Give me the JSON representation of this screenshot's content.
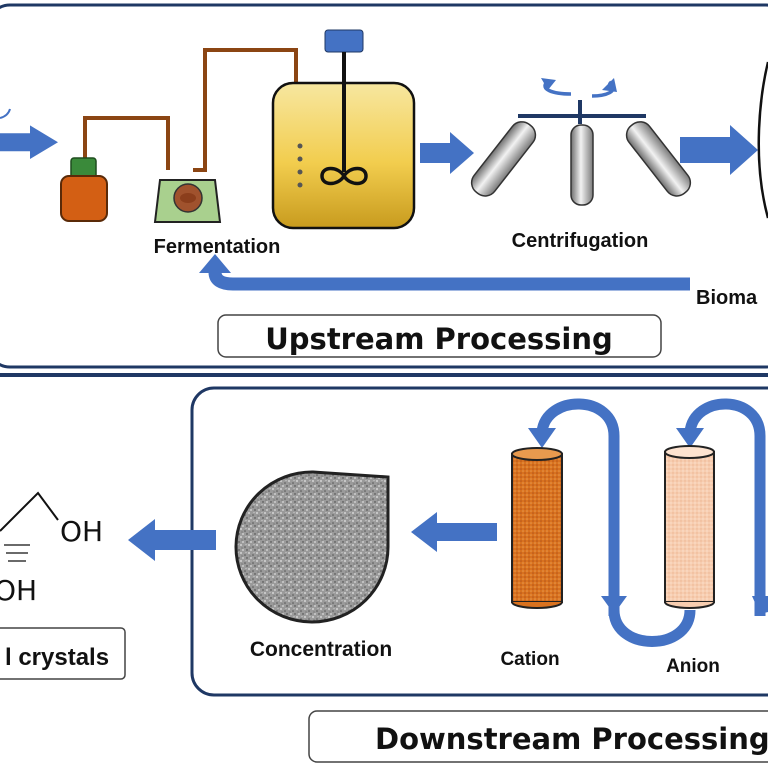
{
  "upstream": {
    "title": "Upstream Processing",
    "labels": {
      "fermentation": "Fermentation",
      "centrifugation": "Centrifugation",
      "biomass": "Bioma"
    }
  },
  "downstream": {
    "title": "Downstream Processing",
    "labels": {
      "concentration": "Concentration",
      "cation": "Cation",
      "anion": "Anion",
      "crystals": "l crystals"
    },
    "molecule": {
      "oh_top": "OH",
      "oh_bottom": "OH"
    }
  },
  "colors": {
    "arrow": "#4472c4",
    "frame": "#1f3864",
    "bottle": "#d35f14",
    "bottle_cap": "#3a8a3a",
    "vessel": "#f2cd4e",
    "tubing": "#8b4513",
    "cation_column": "#d9721f",
    "anion_column": "#f7cdb0",
    "basin": "#a9d08e"
  }
}
